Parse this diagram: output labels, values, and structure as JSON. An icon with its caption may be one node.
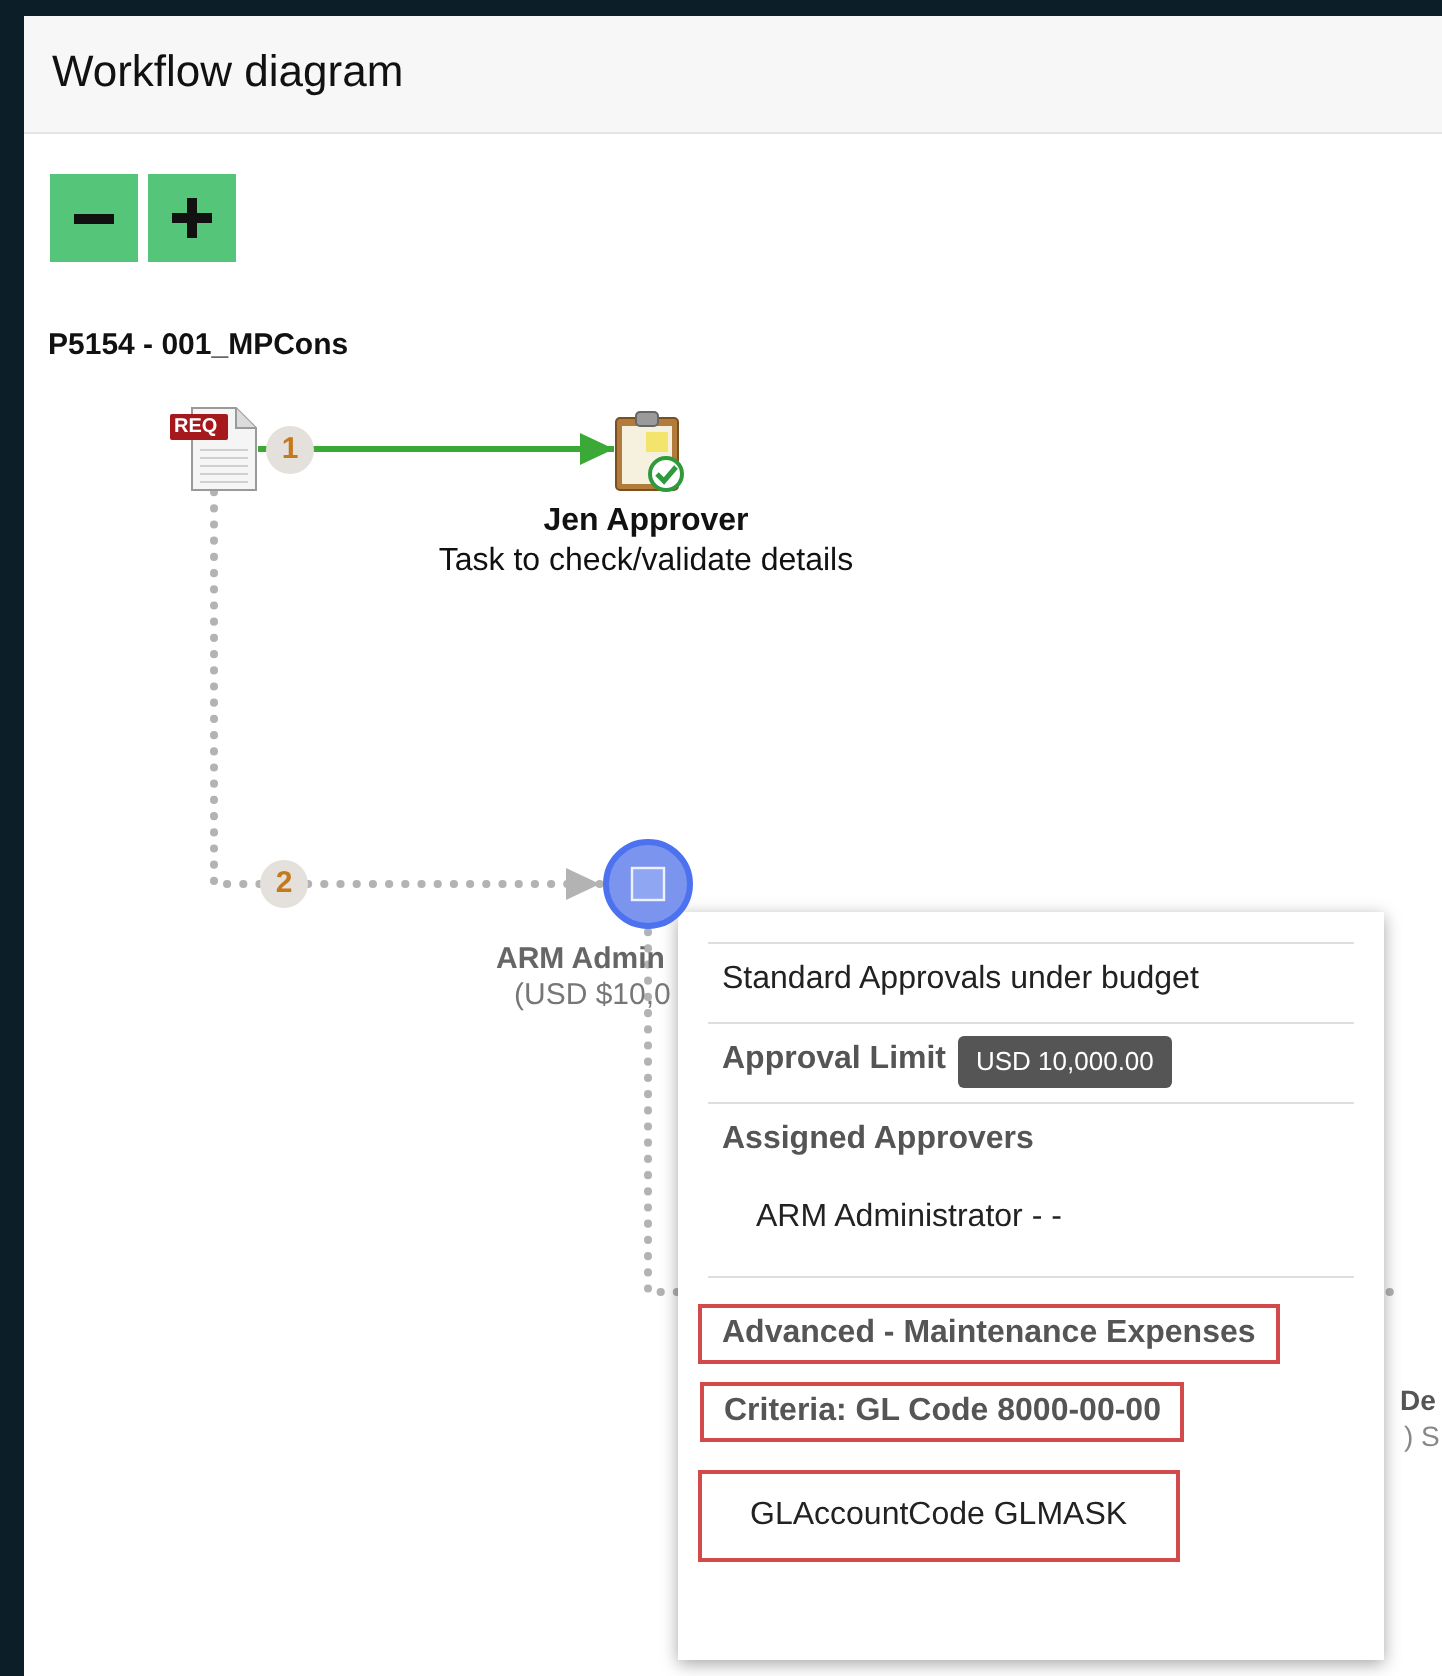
{
  "diagram": {
    "title": "Workflow diagram",
    "nodes": [
      {
        "text": [
          "REQ"
        ]
      },
      {
        "text": [
          "Jen Approver",
          "Task to check/validate details"
        ]
      },
      {
        "text": [
          "ARM Admin",
          "(USD $10,0"
        ]
      },
      {
        "text": [
          "De",
          ") S"
        ]
      },
      {
        "text": [
          "Standard Approvals under budget",
          "Approval Limit",
          "Assigned Approvers",
          "ARM Administrator - -"
        ]
      },
      {
        "text": [
          "USD 10,000.00"
        ],
        "in": 4
      },
      {
        "text": [
          "Advanced - Maintenance Expenses"
        ],
        "in": 4
      },
      {
        "text": [
          "Criteria: GL Code 8000-00-00"
        ],
        "in": 4
      },
      {
        "text": [
          "GLAccountCode GLMASK"
        ],
        "in": 4
      }
    ],
    "edges": [
      {
        "from": 0,
        "to": 1,
        "arrow": "to",
        "label": "1",
        "color": "#3aa935"
      },
      {
        "from": 0,
        "to": 2,
        "arrow": "to",
        "label": "2",
        "style": "dashed"
      },
      {
        "from": 2,
        "to": 3,
        "arrow": "none",
        "style": "dashed"
      }
    ],
    "labels": [
      "P5154 - 001_MPCons"
    ]
  }
}
